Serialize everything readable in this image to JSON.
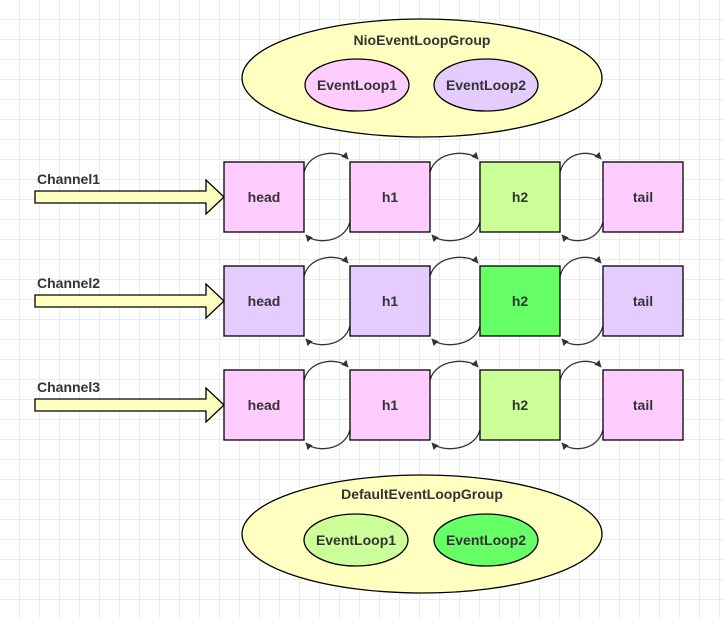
{
  "groups": {
    "nio": {
      "title": "NioEventLoopGroup",
      "loops": [
        {
          "label": "EventLoop1",
          "color": "#ffccff"
        },
        {
          "label": "EventLoop2",
          "color": "#e5ccff"
        }
      ]
    },
    "default": {
      "title": "DefaultEventLoopGroup",
      "loops": [
        {
          "label": "EventLoop1",
          "color": "#ccff99"
        },
        {
          "label": "EventLoop2",
          "color": "#66ff66"
        }
      ]
    }
  },
  "channels": [
    {
      "label": "Channel1",
      "handlers": [
        {
          "label": "head",
          "color": "#ffccff"
        },
        {
          "label": "h1",
          "color": "#ffccff"
        },
        {
          "label": "h2",
          "color": "#ccff99"
        },
        {
          "label": "tail",
          "color": "#ffccff"
        }
      ]
    },
    {
      "label": "Channel2",
      "handlers": [
        {
          "label": "head",
          "color": "#e5ccff"
        },
        {
          "label": "h1",
          "color": "#e5ccff"
        },
        {
          "label": "h2",
          "color": "#66ff66"
        },
        {
          "label": "tail",
          "color": "#e5ccff"
        }
      ]
    },
    {
      "label": "Channel3",
      "handlers": [
        {
          "label": "head",
          "color": "#ffccff"
        },
        {
          "label": "h1",
          "color": "#ffccff"
        },
        {
          "label": "h2",
          "color": "#ccff99"
        },
        {
          "label": "tail",
          "color": "#ffccff"
        }
      ]
    }
  ],
  "colors": {
    "group_fill": "#ffffc0",
    "arrow_fill": "#ffffc0",
    "stroke": "#000000",
    "connector": "#333333"
  }
}
